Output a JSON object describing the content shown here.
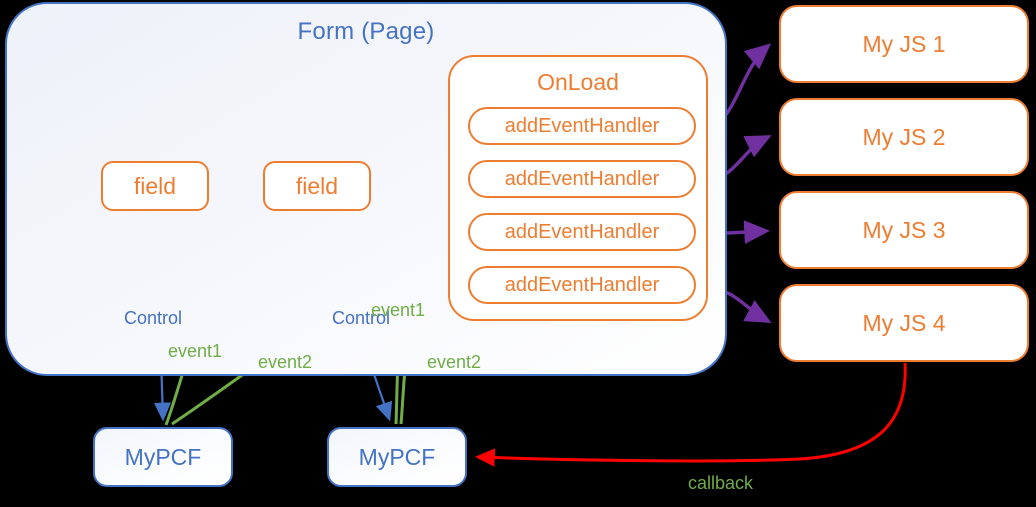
{
  "diagram": {
    "title_visible": false,
    "colors": {
      "form_border": "#4472C4",
      "node_orange": "#ED7D31",
      "node_blue": "#4472C4",
      "arrow_green": "#70AD47",
      "arrow_blue": "#4472C4",
      "arrow_purple": "#7030A0",
      "arrow_red": "#FF0000",
      "background": "#000000"
    }
  },
  "form": {
    "title": "Form (Page)",
    "fields": [
      {
        "label": "field"
      },
      {
        "label": "field"
      }
    ],
    "onload": {
      "title": "OnLoad",
      "handlers": [
        {
          "label": "addEventHandler"
        },
        {
          "label": "addEventHandler"
        },
        {
          "label": "addEventHandler"
        },
        {
          "label": "addEventHandler"
        }
      ]
    }
  },
  "js_scripts": [
    {
      "label": "My JS 1"
    },
    {
      "label": "My JS 2"
    },
    {
      "label": "My JS 3"
    },
    {
      "label": "My JS 4"
    }
  ],
  "controls": [
    {
      "label": "MyPCF"
    },
    {
      "label": "MyPCF"
    }
  ],
  "edge_labels": {
    "control_1": "Control",
    "control_2": "Control",
    "event1_1": "event1",
    "event1_2": "event1",
    "event2_1": "event2",
    "event2_2": "event2",
    "callback": "callback"
  }
}
